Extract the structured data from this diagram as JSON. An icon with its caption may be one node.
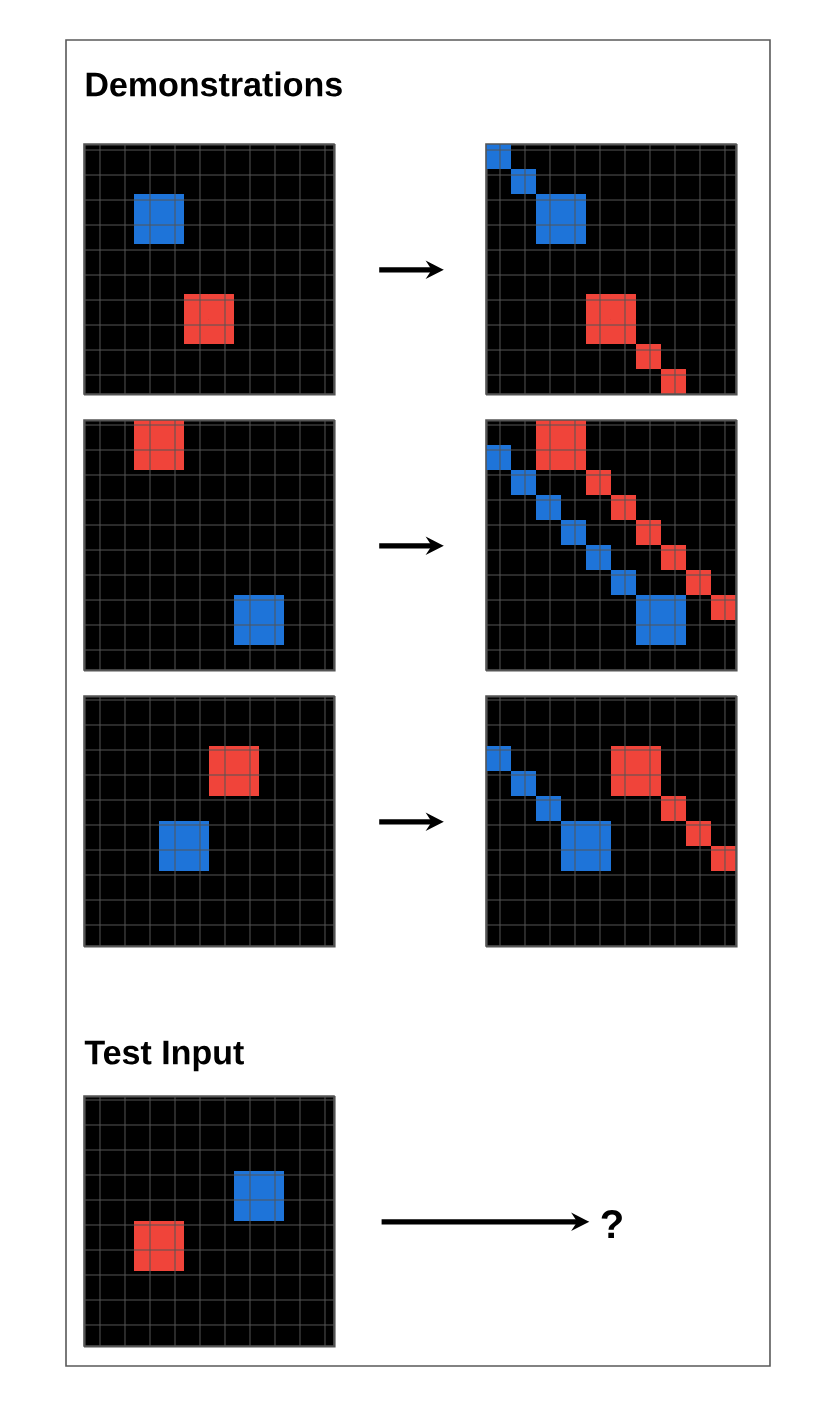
{
  "diagram": {
    "nodes": [
      {
        "text": [],
        "shape": "picture"
      },
      {
        "text": [],
        "shape": "picture"
      },
      {
        "text": [],
        "shape": "picture"
      },
      {
        "text": [],
        "shape": "picture"
      },
      {
        "text": [],
        "shape": "picture"
      },
      {
        "text": [],
        "shape": "picture"
      },
      {
        "text": [],
        "shape": "picture"
      },
      {
        "text": [
          "?"
        ]
      }
    ],
    "edges": [
      {
        "from": 0,
        "to": 1,
        "arrow": "to"
      },
      {
        "from": 2,
        "to": 3,
        "arrow": "to"
      },
      {
        "from": 4,
        "to": 5,
        "arrow": "to"
      },
      {
        "from": 6,
        "to": 7,
        "arrow": "to"
      }
    ],
    "labels": [
      "Demonstrations",
      "Test Input"
    ]
  }
}
